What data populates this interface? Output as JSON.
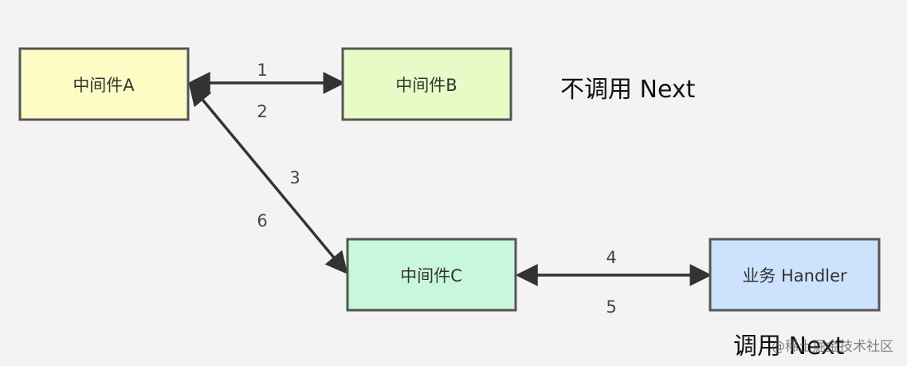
{
  "nodes": {
    "a": {
      "label": "中间件A",
      "fill": "#fdfcc4"
    },
    "b": {
      "label": "中间件B",
      "fill": "#e6fbc5"
    },
    "c": {
      "label": "中间件C",
      "fill": "#c9f7dc"
    },
    "handler": {
      "label": "业务 Handler",
      "fill": "#cde2fd"
    }
  },
  "edge_labels": {
    "ab_forward": "1",
    "ab_return": "2",
    "ac_forward": "3",
    "ac_return": "6",
    "ch_forward": "4",
    "ch_return": "5"
  },
  "notes": {
    "no_next": "不调用  Next",
    "calls_next": "调用  Next"
  },
  "watermark": "@稀土掘金技术社区",
  "colors": {
    "stroke": "#555555",
    "arrow": "#333333",
    "background": "#f3f3f3"
  }
}
